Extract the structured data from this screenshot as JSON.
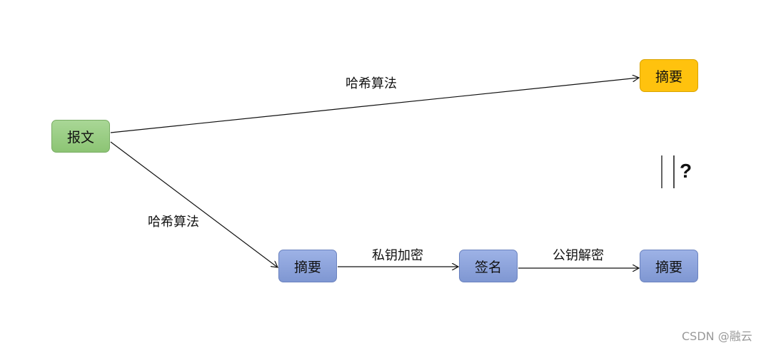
{
  "nodes": {
    "message": "报文",
    "digest_top": "摘要",
    "digest_bottom": "摘要",
    "signature": "签名",
    "digest_result": "摘要"
  },
  "edges": {
    "hash_top": "哈希算法",
    "hash_bottom": "哈希算法",
    "private_key_encrypt": "私钥加密",
    "public_key_decrypt": "公钥解密"
  },
  "comparison": {
    "symbol": "?"
  },
  "watermark": "CSDN @融云",
  "colors": {
    "green": "#8cc474",
    "orange": "#ffc20e",
    "blue": "#8fa6dc"
  }
}
